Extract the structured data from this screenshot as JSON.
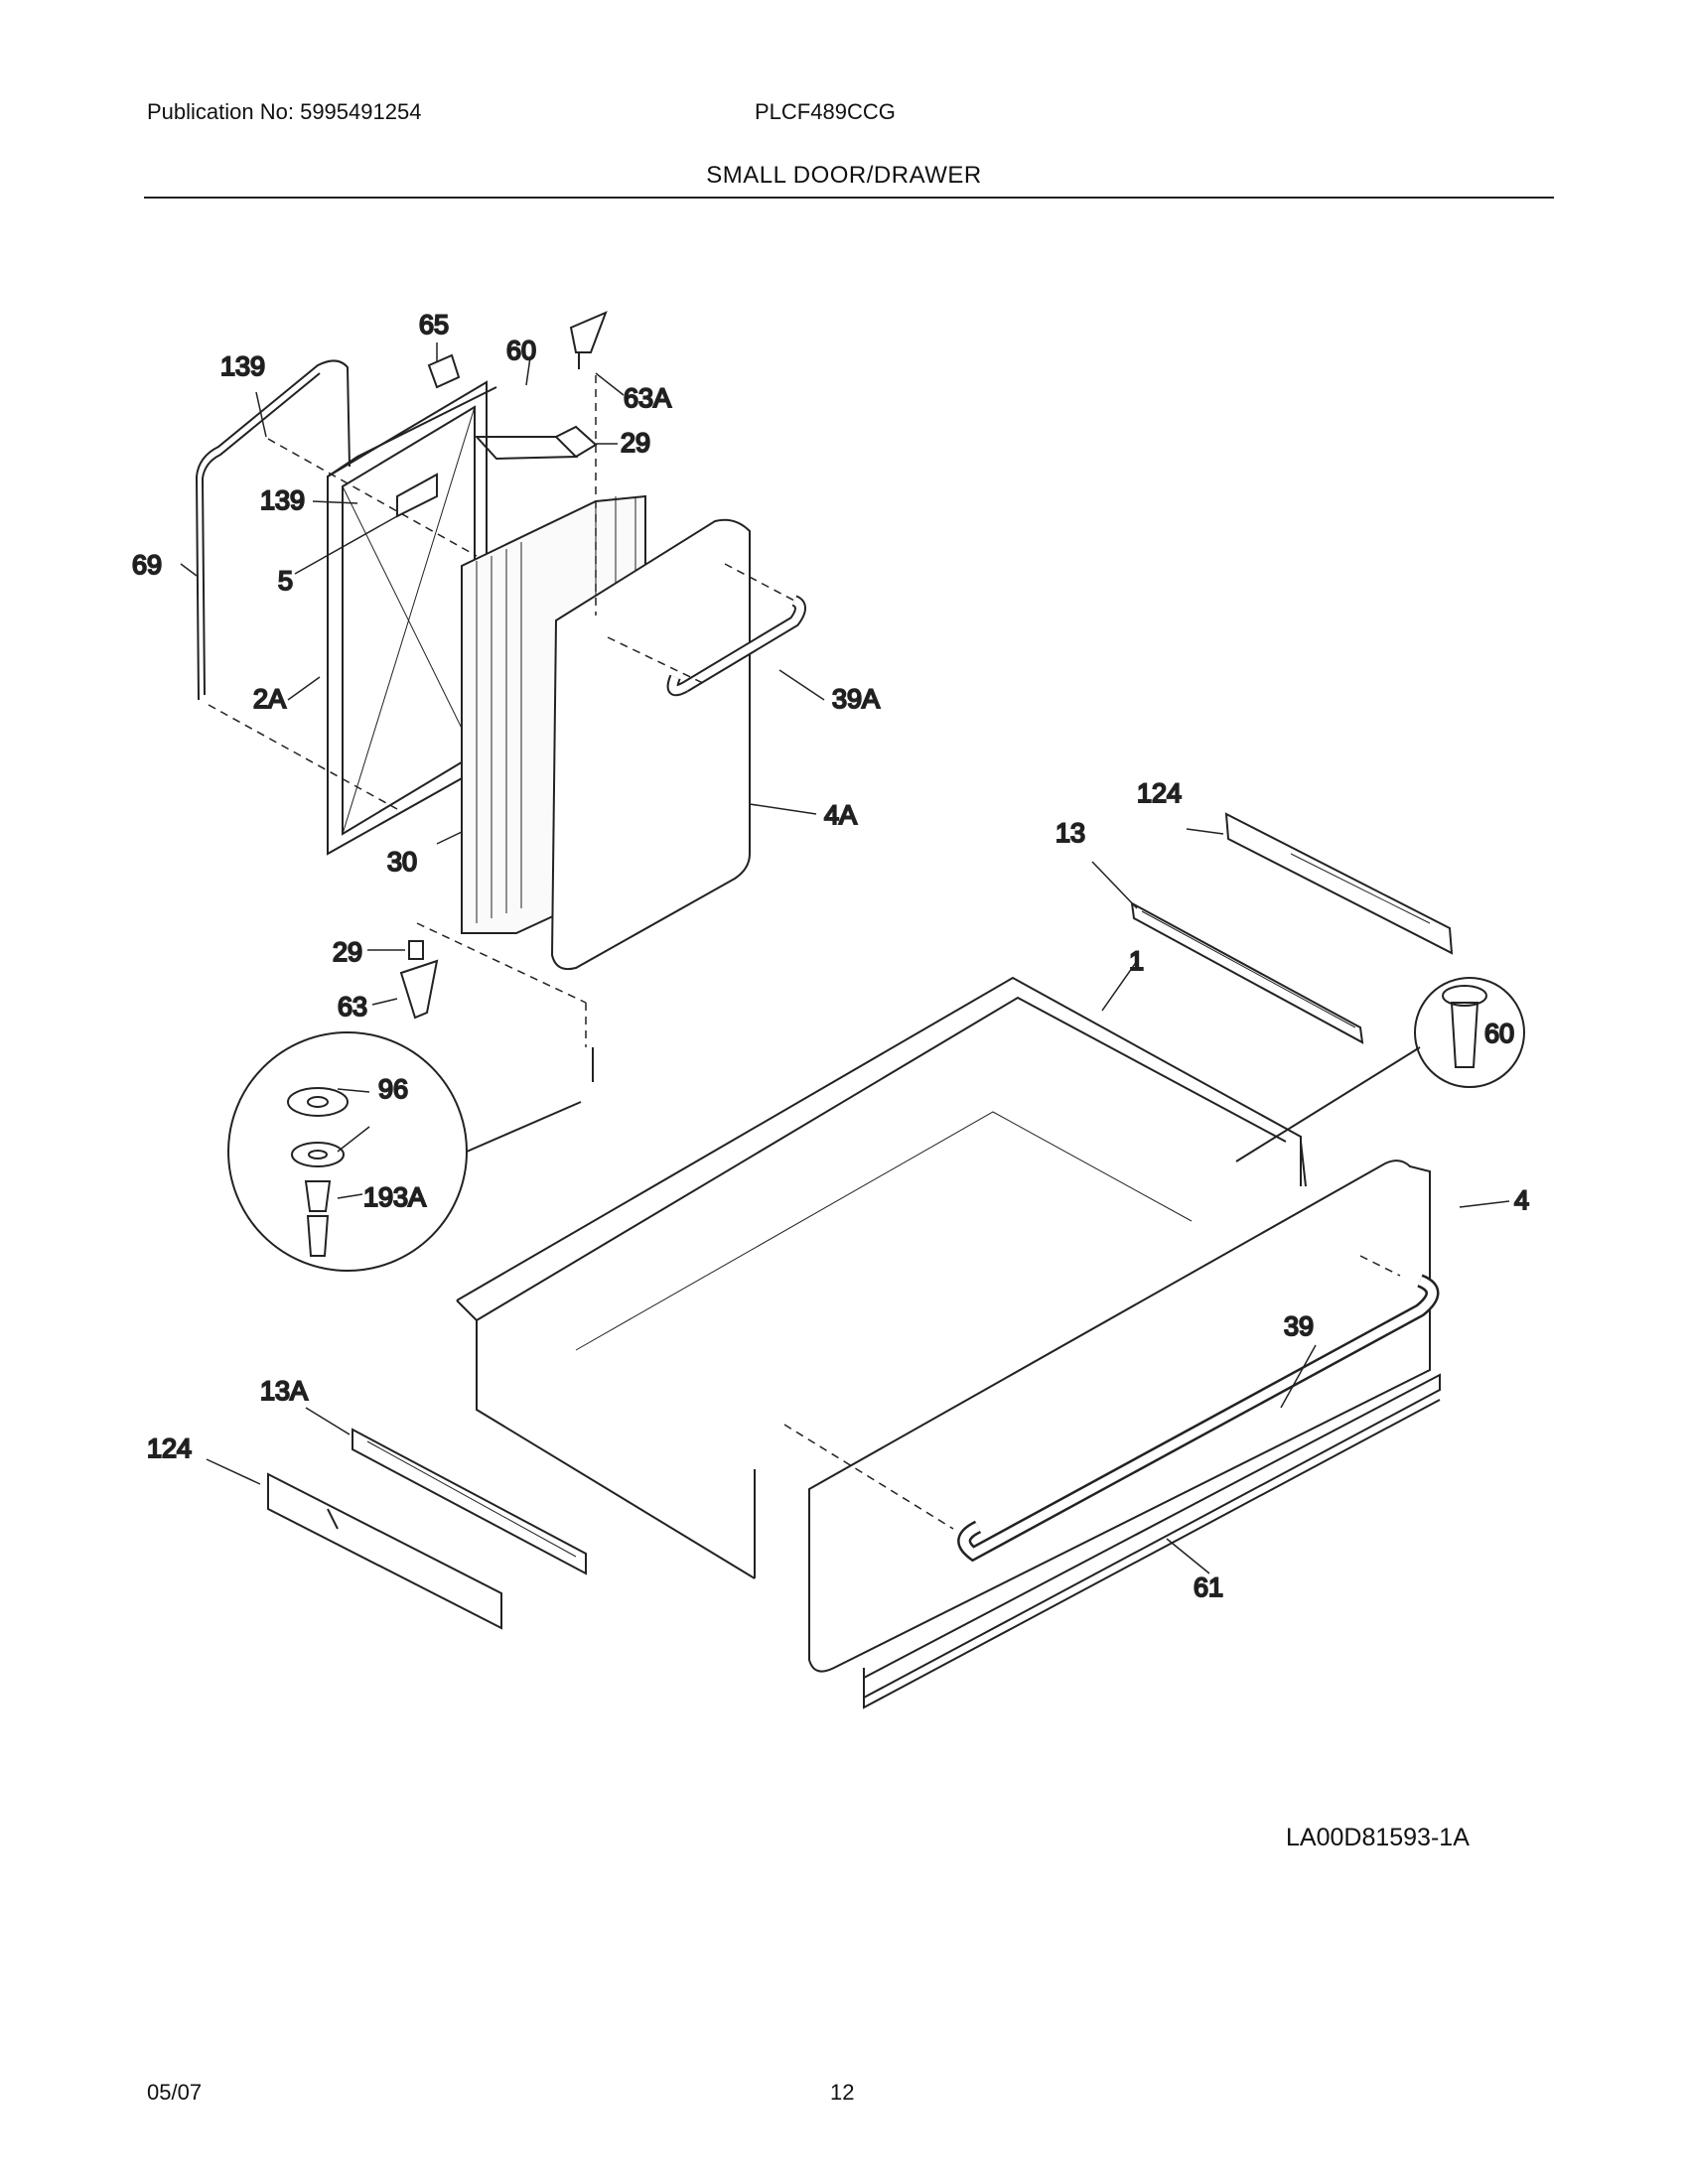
{
  "header": {
    "publication": "Publication No: 5995491254",
    "model": "PLCF489CCG",
    "title": "SMALL DOOR/DRAWER"
  },
  "callouts": {
    "c139a": "139",
    "c65": "65",
    "c60a": "60",
    "c63A": "63A",
    "c29a": "29",
    "c139b": "139",
    "c69": "69",
    "c5": "5",
    "c2A": "2A",
    "c39A": "39A",
    "c4A": "4A",
    "c30": "30",
    "c124a": "124",
    "c13": "13",
    "c1": "1",
    "c29b": "29",
    "c63": "63",
    "c96": "96",
    "c193A": "193A",
    "c60b": "60",
    "c4": "4",
    "c39": "39",
    "c13A": "13A",
    "c124b": "124",
    "c61": "61"
  },
  "footer": {
    "drawing_id": "LA00D81593-1A",
    "date": "05/07",
    "page": "12"
  }
}
